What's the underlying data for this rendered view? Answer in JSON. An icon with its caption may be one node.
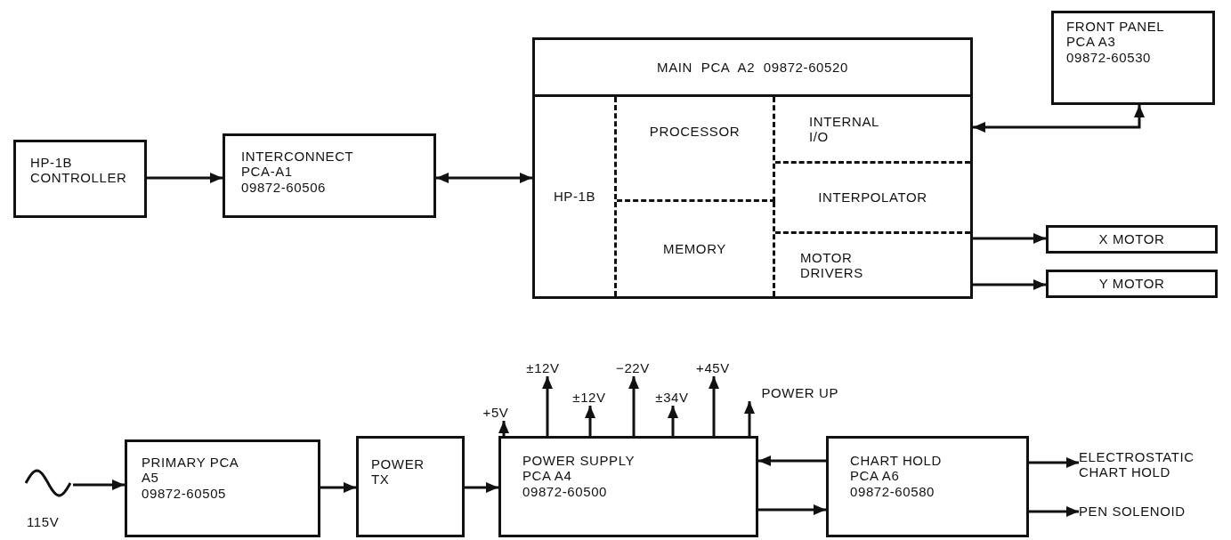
{
  "diagram": {
    "nodes": [
      {
        "text": [
          "HP-1B CONTROLLER"
        ]
      },
      {
        "text": [
          "INTERCONNECT PCA-A1 09872-60506"
        ]
      },
      {
        "text": [
          "MAIN PCA A2 09872-60520"
        ]
      },
      {
        "text": [
          "HP-1B"
        ],
        "in": 2
      },
      {
        "text": [
          "PROCESSOR"
        ],
        "in": 2
      },
      {
        "text": [
          "MEMORY"
        ],
        "in": 2
      },
      {
        "text": [
          "INTERNAL I/O"
        ],
        "in": 2
      },
      {
        "text": [
          "INTERPOLATOR"
        ],
        "in": 2
      },
      {
        "text": [
          "MOTOR DRIVERS"
        ],
        "in": 2
      },
      {
        "text": [
          "FRONT PANEL PCA A3 09872-60530"
        ]
      },
      {
        "text": [
          "X MOTOR"
        ]
      },
      {
        "text": [
          "Y MOTOR"
        ]
      },
      {
        "text": [],
        "shape": "picture",
        "beside": [
          "115V"
        ]
      },
      {
        "text": [
          "PRIMARY PCA A5 09872-60505"
        ]
      },
      {
        "text": [
          "POWER TX"
        ]
      },
      {
        "text": [
          "POWER SUPPLY PCA A4 09872-60500"
        ]
      },
      {
        "text": [
          "CHART HOLD PCA A6 09872-60580"
        ]
      },
      {
        "text": [
          "+5V"
        ]
      },
      {
        "text": [
          "±12V"
        ]
      },
      {
        "text": [
          "±12V"
        ]
      },
      {
        "text": [
          "−22V"
        ]
      },
      {
        "text": [
          "±34V"
        ]
      },
      {
        "text": [
          "+45V"
        ]
      },
      {
        "text": [
          "POWER UP"
        ]
      },
      {
        "text": [
          "ELECTROSTATIC CHART HOLD"
        ]
      },
      {
        "text": [
          "PEN SOLENOID"
        ]
      }
    ],
    "edges": [
      {
        "from": 0,
        "to": 1,
        "arrow": "to"
      },
      {
        "from": 1,
        "to": 2,
        "arrow": "both"
      },
      {
        "from": 9,
        "to": 2,
        "arrow": "both"
      },
      {
        "from": 2,
        "to": 10,
        "arrow": "to"
      },
      {
        "from": 2,
        "to": 11,
        "arrow": "to"
      },
      {
        "from": 12,
        "to": 13,
        "arrow": "to"
      },
      {
        "from": 13,
        "to": 14,
        "arrow": "to"
      },
      {
        "from": 14,
        "to": 15,
        "arrow": "to"
      },
      {
        "from": 16,
        "to": 15,
        "arrow": "to"
      },
      {
        "from": 15,
        "to": 16,
        "arrow": "to"
      },
      {
        "from": 15,
        "to": 17,
        "arrow": "to"
      },
      {
        "from": 15,
        "to": 18,
        "arrow": "to"
      },
      {
        "from": 15,
        "to": 19,
        "arrow": "to"
      },
      {
        "from": 15,
        "to": 20,
        "arrow": "to"
      },
      {
        "from": 15,
        "to": 21,
        "arrow": "to"
      },
      {
        "from": 15,
        "to": 22,
        "arrow": "to"
      },
      {
        "from": 15,
        "to": 23,
        "arrow": "to"
      },
      {
        "from": 16,
        "to": 24,
        "arrow": "to"
      },
      {
        "from": 16,
        "to": 25,
        "arrow": "to"
      }
    ]
  }
}
